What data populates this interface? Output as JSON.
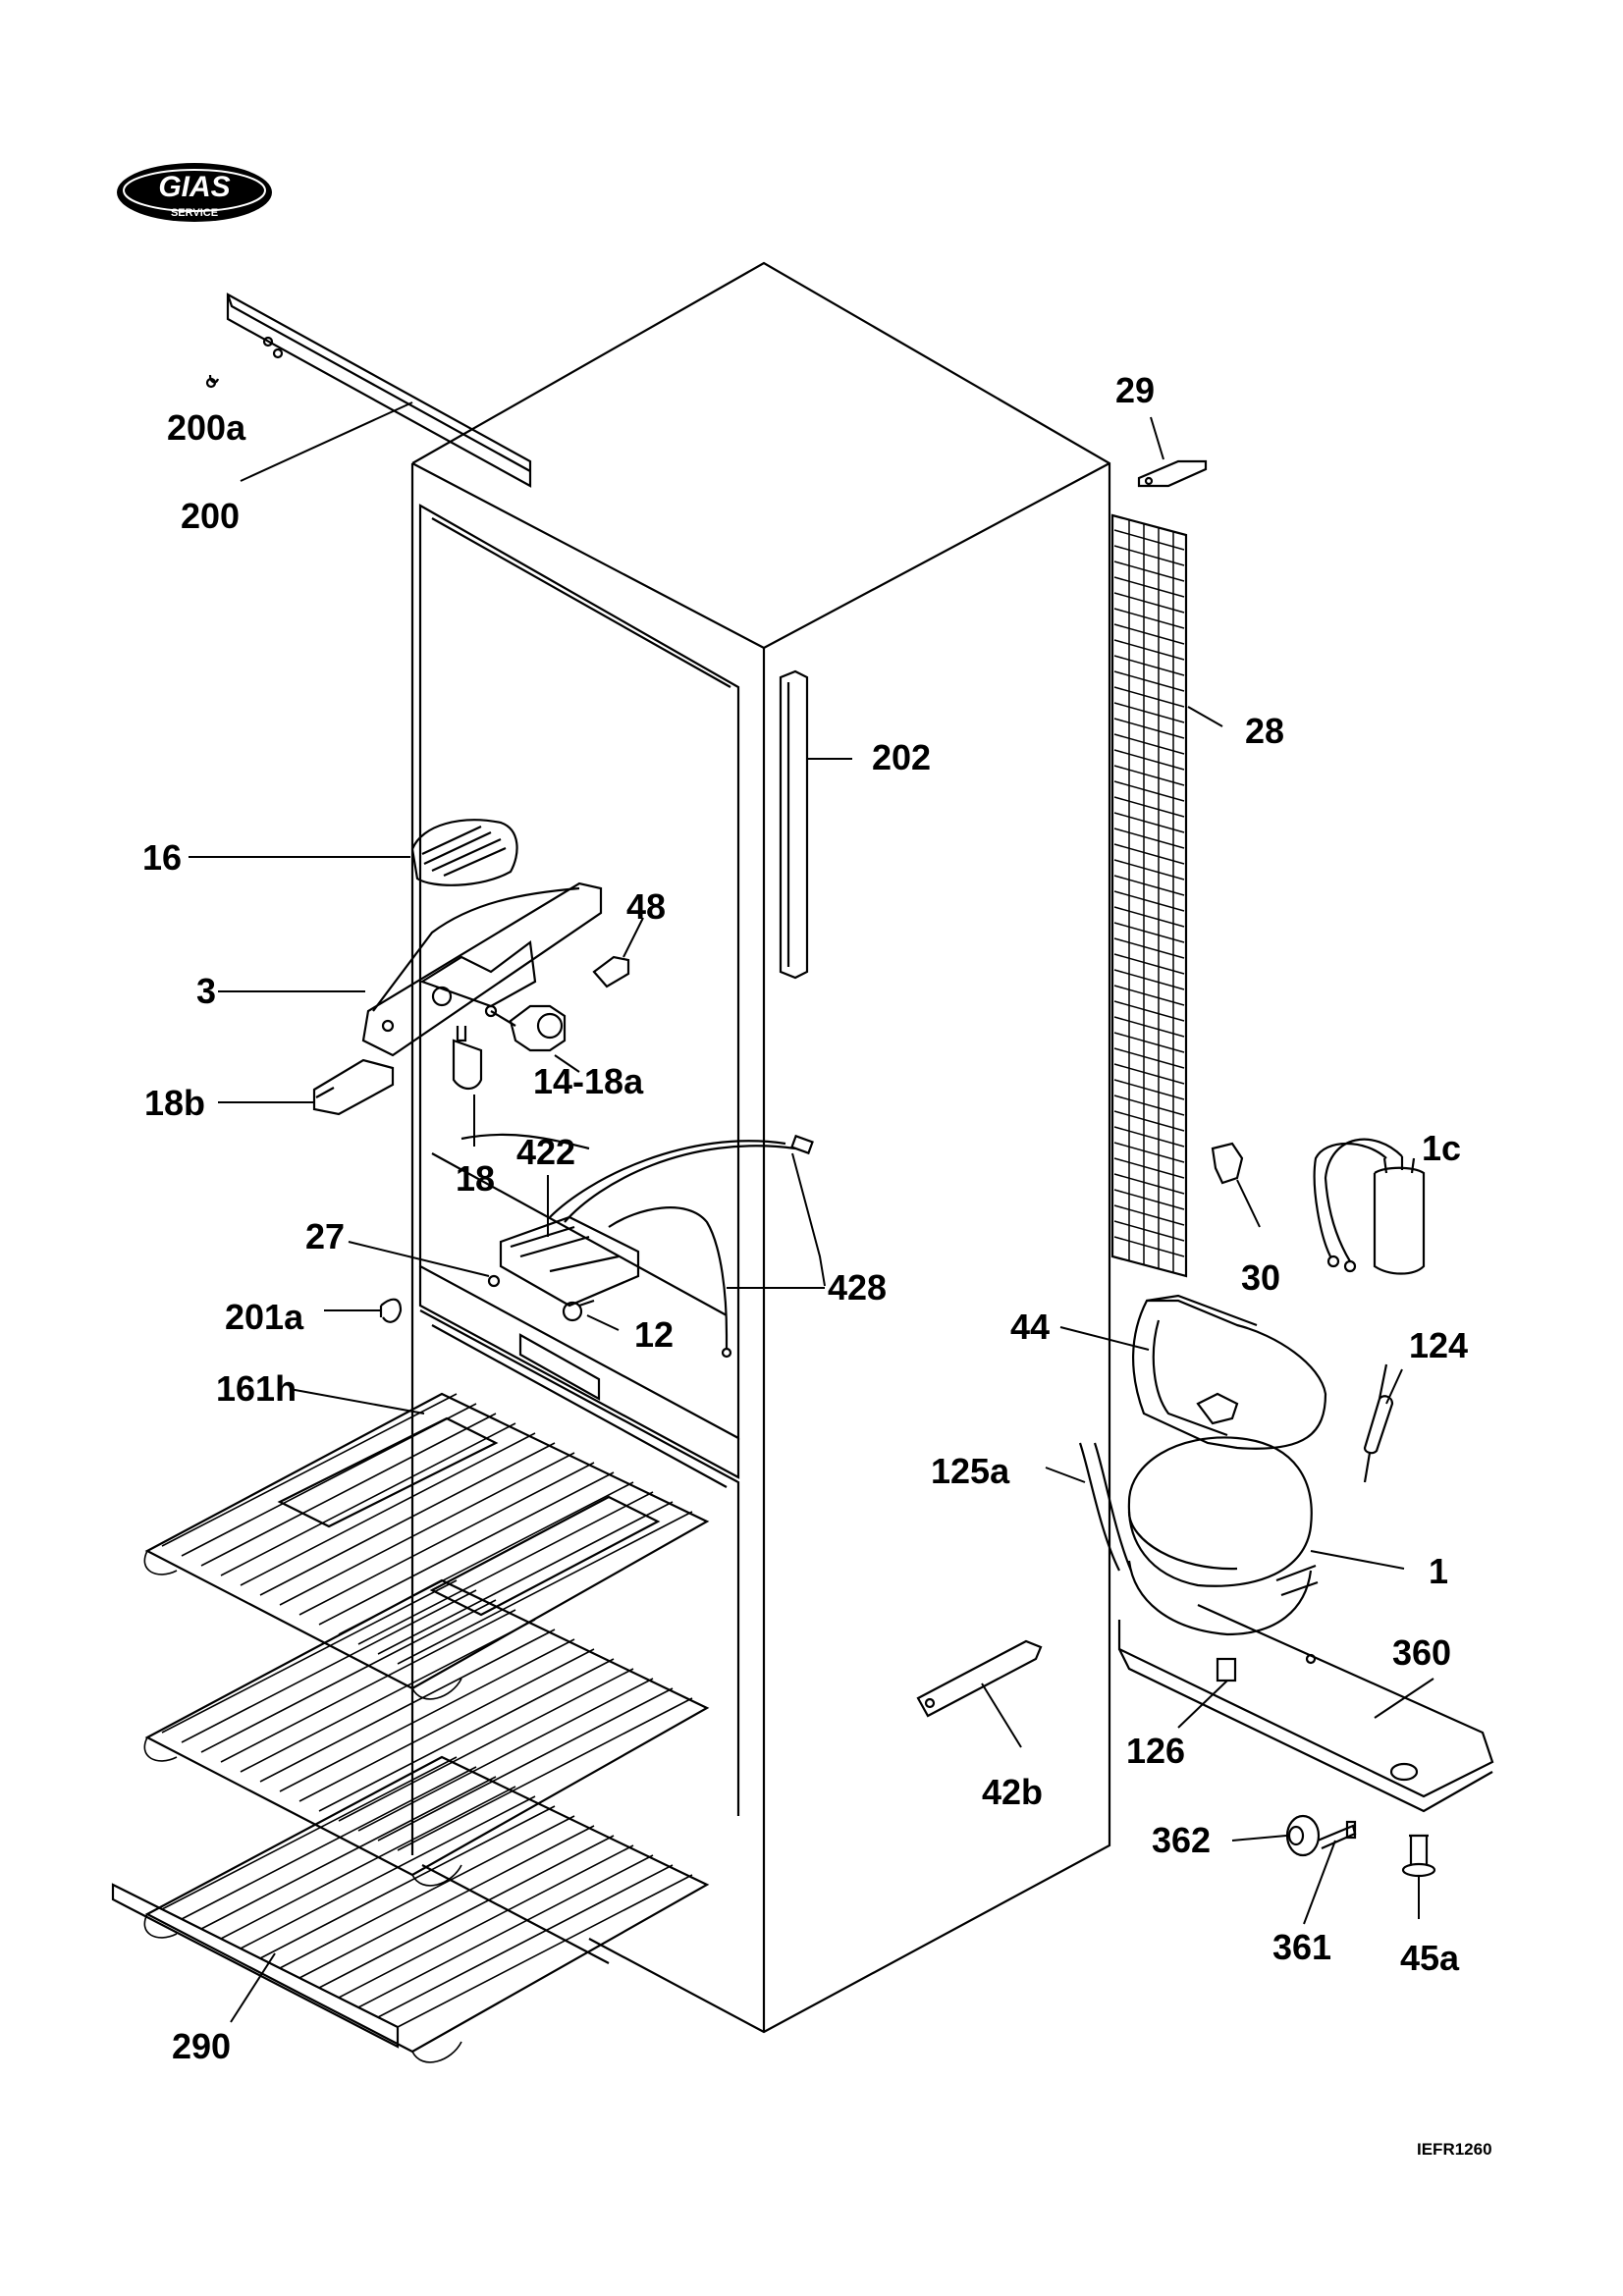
{
  "logo": {
    "name": "GIAS",
    "sub": "SERVICE"
  },
  "drawing_code": "IEFR1260",
  "labels": {
    "l200a": "200a",
    "l200": "200",
    "l29": "29",
    "l28": "28",
    "l202": "202",
    "l16": "16",
    "l48": "48",
    "l3": "3",
    "l14_18a": "14-18a",
    "l18b": "18b",
    "l18": "18",
    "l422": "422",
    "l1c": "1c",
    "l27": "27",
    "l30": "30",
    "l428": "428",
    "l201a": "201a",
    "l12": "12",
    "l44": "44",
    "l124": "124",
    "l161h": "161h",
    "l125a": "125a",
    "l1": "1",
    "l360": "360",
    "l126": "126",
    "l42b": "42b",
    "l362": "362",
    "l361": "361",
    "l45a": "45a",
    "l290": "290"
  }
}
